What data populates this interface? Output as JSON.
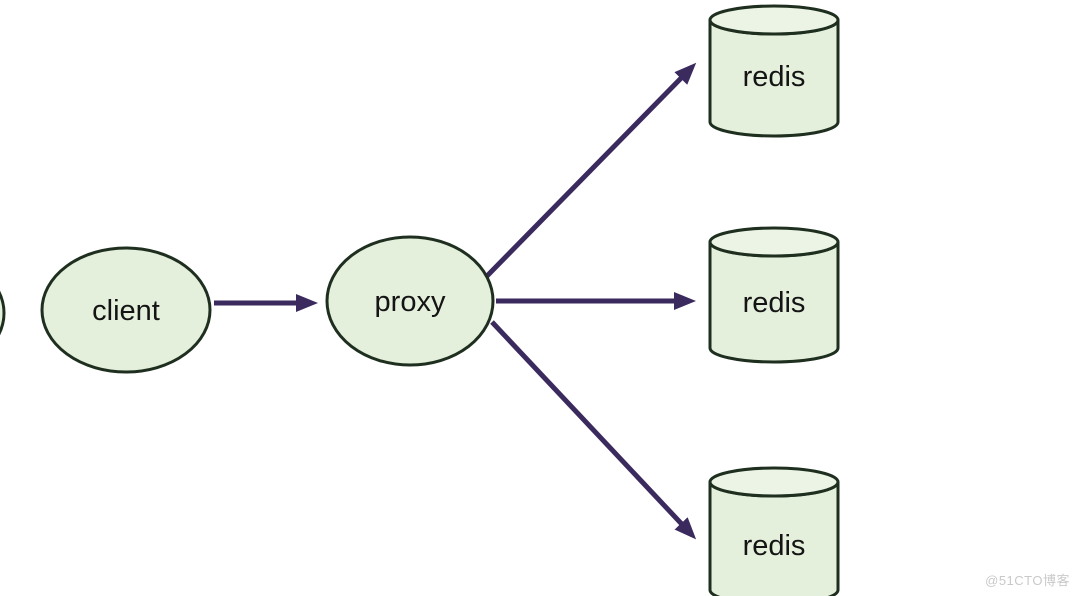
{
  "diagram_type": "architecture",
  "nodes": {
    "client": "client",
    "proxy": "proxy",
    "redis1": "redis",
    "redis2": "redis",
    "redis3": "redis"
  },
  "edges": [
    {
      "from": "client",
      "to": "proxy"
    },
    {
      "from": "proxy",
      "to": "redis1"
    },
    {
      "from": "proxy",
      "to": "redis2"
    },
    {
      "from": "proxy",
      "to": "redis3"
    }
  ],
  "colors": {
    "background": "#ffffff",
    "node_fill": "#e4efdc",
    "cylinder_top_fill": "#ecf4e6",
    "node_stroke": "#1f2f1f",
    "arrow": "#3a2a5e",
    "label": "#141414",
    "watermark": "#c9c9c9"
  },
  "watermark": "@51CTO博客"
}
